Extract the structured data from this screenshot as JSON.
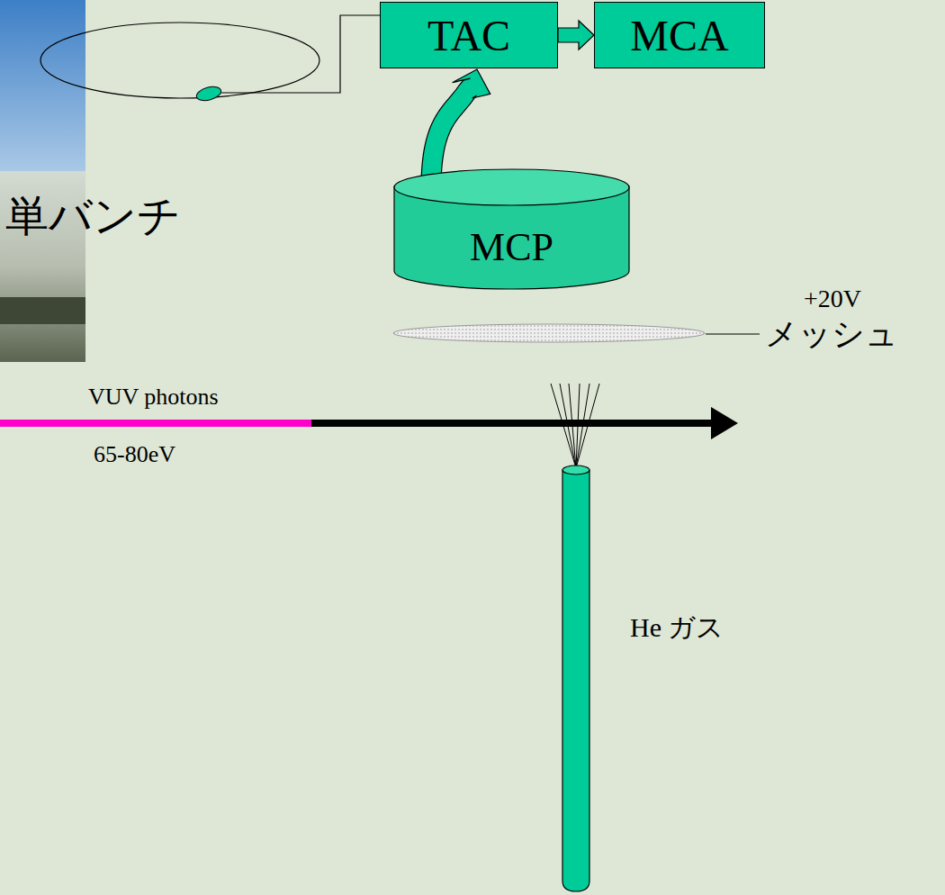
{
  "diagram": {
    "nodes": [
      {
        "text": [
          "TAC"
        ]
      },
      {
        "text": [
          "MCA"
        ]
      },
      {
        "text": [
          "MCP"
        ]
      }
    ],
    "edges": [
      {
        "from": 2,
        "to": 0,
        "arrow": "to"
      },
      {
        "from": 0,
        "to": 1,
        "arrow": "to"
      }
    ],
    "labels": [
      "単バンチ",
      "+20V",
      "メッシュ",
      "VUV photons",
      "65-80eV",
      "He ガス"
    ]
  }
}
